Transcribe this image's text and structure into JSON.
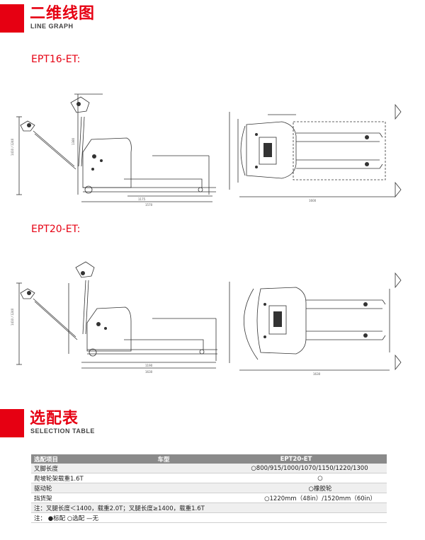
{
  "line_graph": {
    "title": "二维线图",
    "subtitle": "LINE GRAPH"
  },
  "models": [
    {
      "label": "EPT16-ET:"
    },
    {
      "label": "EPT20-ET:"
    }
  ],
  "selection": {
    "title": "选配表",
    "subtitle": "SELECTION TABLE",
    "headers": {
      "item": "选配项目",
      "type": "车型",
      "model": "EPT20-ET"
    },
    "rows": [
      {
        "item": "叉脚长度",
        "value": "○800/915/1000/1070/1150/1220/1300"
      },
      {
        "item": "爬坡轮架载重1.6T",
        "value": "○"
      },
      {
        "item": "驱动轮",
        "value": "○橡胶轮"
      },
      {
        "item": "挡货架",
        "value": "○1220mm（48in）/1520mm（60in）"
      },
      {
        "item": "注：叉腿长度＜1400，载重2.0T；叉腿长度≥1400，载重1.6T",
        "value": ""
      },
      {
        "item": "注：  ●标配     ○选配     —无",
        "value": ""
      }
    ]
  }
}
